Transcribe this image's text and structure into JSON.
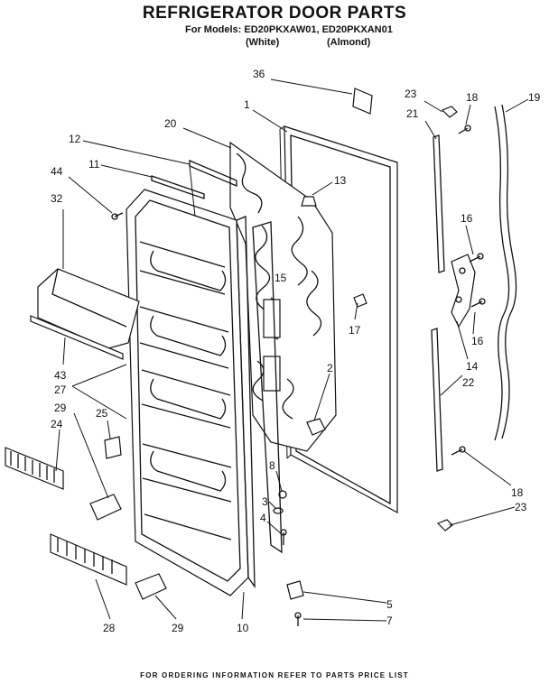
{
  "header": {
    "title": "REFRIGERATOR DOOR PARTS",
    "models_line": "For Models: ED20PKXAW01, ED20PKXAN01",
    "variant_white": "(White)",
    "variant_almond": "(Almond)"
  },
  "footer": {
    "note": "FOR ORDERING INFORMATION REFER TO PARTS PRICE LIST"
  },
  "callouts": [
    "36",
    "23",
    "18",
    "19",
    "1",
    "21",
    "20",
    "12",
    "13",
    "11",
    "44",
    "32",
    "16",
    "15",
    "17",
    "16",
    "14",
    "2",
    "43",
    "27",
    "22",
    "29",
    "25",
    "24",
    "8",
    "3",
    "4",
    "18",
    "23",
    "5",
    "7",
    "28",
    "29",
    "10"
  ]
}
